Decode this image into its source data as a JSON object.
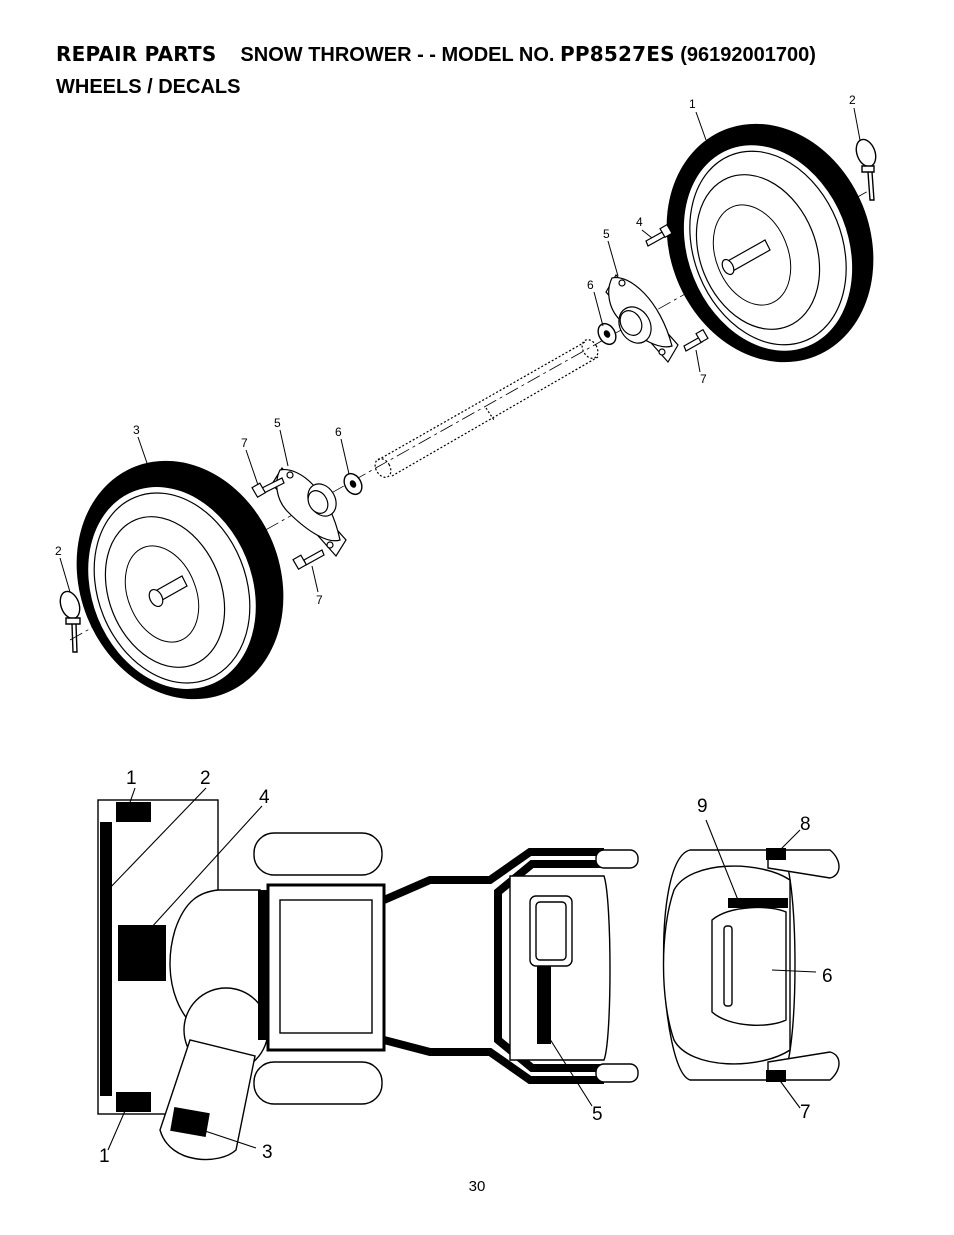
{
  "header": {
    "section": "REPAIR PARTS",
    "title_prefix": "SNOW THROWER - - MODEL NO.",
    "model": "PP8527ES",
    "part_number": "(96192001700)",
    "subtitle": "WHEELS / DECALS"
  },
  "wheels_callouts": [
    "1",
    "2",
    "4",
    "5",
    "6",
    "7",
    "3",
    "7",
    "5",
    "6",
    "2",
    "7"
  ],
  "decals_callouts": [
    "1",
    "2",
    "4",
    "9",
    "8",
    "6",
    "1",
    "3",
    "5",
    "7"
  ],
  "page_number": "30"
}
